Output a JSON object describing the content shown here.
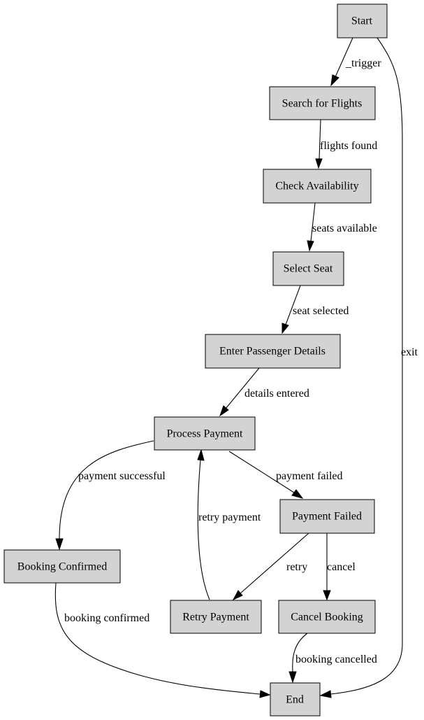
{
  "nodes": {
    "start": "Start",
    "search": "Search for Flights",
    "check": "Check Availability",
    "seat": "Select Seat",
    "details": "Enter Passenger Details",
    "process": "Process Payment",
    "confirmed": "Booking Confirmed",
    "failed": "Payment Failed",
    "retry": "Retry Payment",
    "cancel": "Cancel Booking",
    "end": "End"
  },
  "edges": {
    "start_search": "_trigger",
    "search_check": "flights found",
    "check_seat": "seats available",
    "seat_details": "seat selected",
    "details_process": "details entered",
    "process_confirmed": "payment successful",
    "process_failed": "payment failed",
    "failed_retry": "retry",
    "failed_cancel": "cancel",
    "retry_process": "retry payment",
    "confirmed_end": "booking confirmed",
    "cancel_end": "booking cancelled",
    "start_end": "exit"
  }
}
